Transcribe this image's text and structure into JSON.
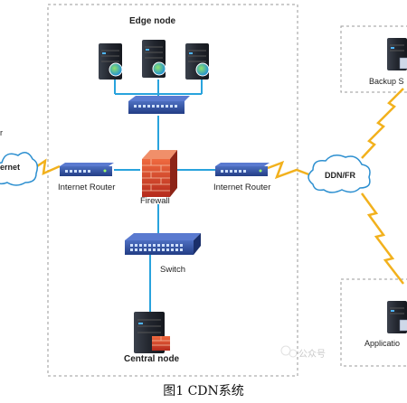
{
  "labels": {
    "edge_node": "Edge node",
    "left_router": "Internet Router",
    "firewall": "Firewall",
    "right_router": "Internet Router",
    "switch": "Switch",
    "central_node": "Central node",
    "ddn": "DDN/FR",
    "internet_cut": "ernet",
    "internet_cut_top": "r",
    "backup": "Backup S",
    "application": "Applicatio"
  },
  "caption": "图1  CDN系统",
  "watermark": "公众号",
  "colors": {
    "link": "#29a3dd",
    "zigzag": "#f2b11d",
    "server": "#2a2f38",
    "router": "#2f4e9a",
    "firewall": "#d9432b",
    "cloud_stroke": "#2c8fd0",
    "dashed_border": "#9a9a9a"
  }
}
